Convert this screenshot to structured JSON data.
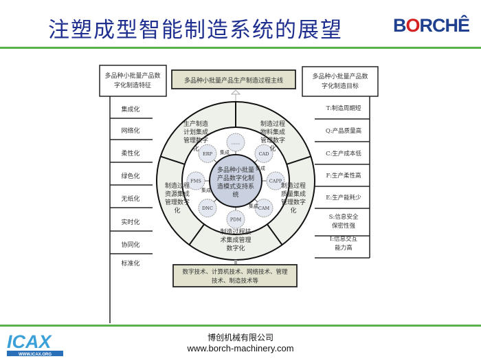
{
  "title": "注塑成型智能制造系统的展望",
  "brand_logo": "BORCHE",
  "footer": {
    "company": "博创机械有限公司",
    "website": "www.borch-machinery.com",
    "partner_logo": "ICAX",
    "partner_url": "WWW.ICAX.ORG"
  },
  "diagram": {
    "left_header": [
      "多品种小批量产品数",
      "字化制造特征"
    ],
    "left_items": [
      "集成化",
      "网络化",
      "柔性化",
      "绿色化",
      "无纸化",
      "实时化",
      "协同化",
      "标准化"
    ],
    "right_header": [
      "多品种小批量产品数",
      "字化制造目标"
    ],
    "right_items": [
      [
        "T:制造周期短"
      ],
      [
        "Q:产品质量高"
      ],
      [
        "C:生产成本低"
      ],
      [
        "F:生产柔性高"
      ],
      [
        "E:生产能耗少"
      ],
      [
        "S:信息安全",
        "保密性强"
      ],
      [
        "I:信息交互",
        "能力高"
      ]
    ],
    "top_box": "多品种小批量产品生产制造过程主线",
    "bottom_box": [
      "数字技术、计算机技术、网络技术、管理",
      "技术、制造技术等"
    ],
    "center": [
      "多品种小批量",
      "产品数字化制",
      "造模式支持系",
      "统"
    ],
    "sectors": [
      [
        "生产制造",
        "计划集成",
        "管理数字",
        "化"
      ],
      [
        "制造过程",
        "物料集成",
        "管理数字",
        "化"
      ],
      [
        "制造过程",
        "质量集成",
        "管理数字",
        "化"
      ],
      [
        "制造过程技",
        "术集成管理",
        "数字化"
      ],
      [
        "制造过程",
        "资源集成",
        "管理数字",
        "化"
      ]
    ],
    "nodes": [
      "......",
      "CAD",
      "CAPP",
      "CAM",
      "PDM",
      "DNC",
      "FMS",
      "ERP"
    ],
    "link_label": "集成"
  },
  "colors": {
    "title": "#1f2f8f",
    "rule": "#5ab04a",
    "box_fill": "#e2e2cf",
    "ring_fill": "#eef0ea",
    "node_fill": "#e4e8f0",
    "center_fill": "#c9d1e0"
  }
}
